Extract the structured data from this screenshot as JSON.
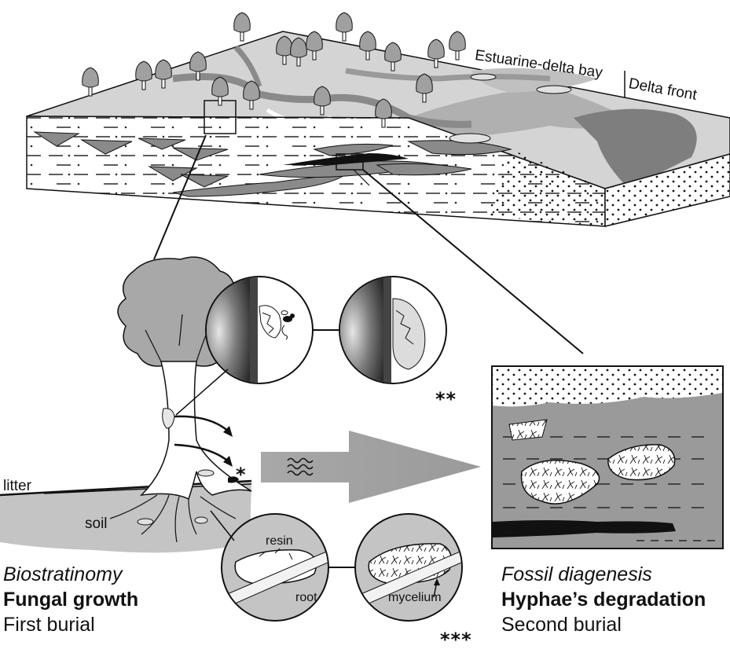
{
  "labels": {
    "estuarine": "Estuarine-delta bay",
    "delta_front": "Delta front",
    "litter": "litter",
    "soil": "soil",
    "resin": "resin",
    "root": "root",
    "mycelium": "mycelium"
  },
  "markers": {
    "single": "*",
    "double": "**",
    "triple": "***"
  },
  "captions": {
    "left": {
      "italic": "Biostratinomy",
      "bold": "Fungal growth",
      "plain": "First burial"
    },
    "right": {
      "italic": "Fossil diagenesis",
      "bold": "Hyphae’s degradation",
      "plain": "Second burial"
    }
  },
  "colors": {
    "water_dark": "#7a7a7a",
    "land_light": "#c8c8c8",
    "mid_gray": "#9a9a9a",
    "sediment_dark": "#8c8c8c",
    "black": "#111111"
  }
}
